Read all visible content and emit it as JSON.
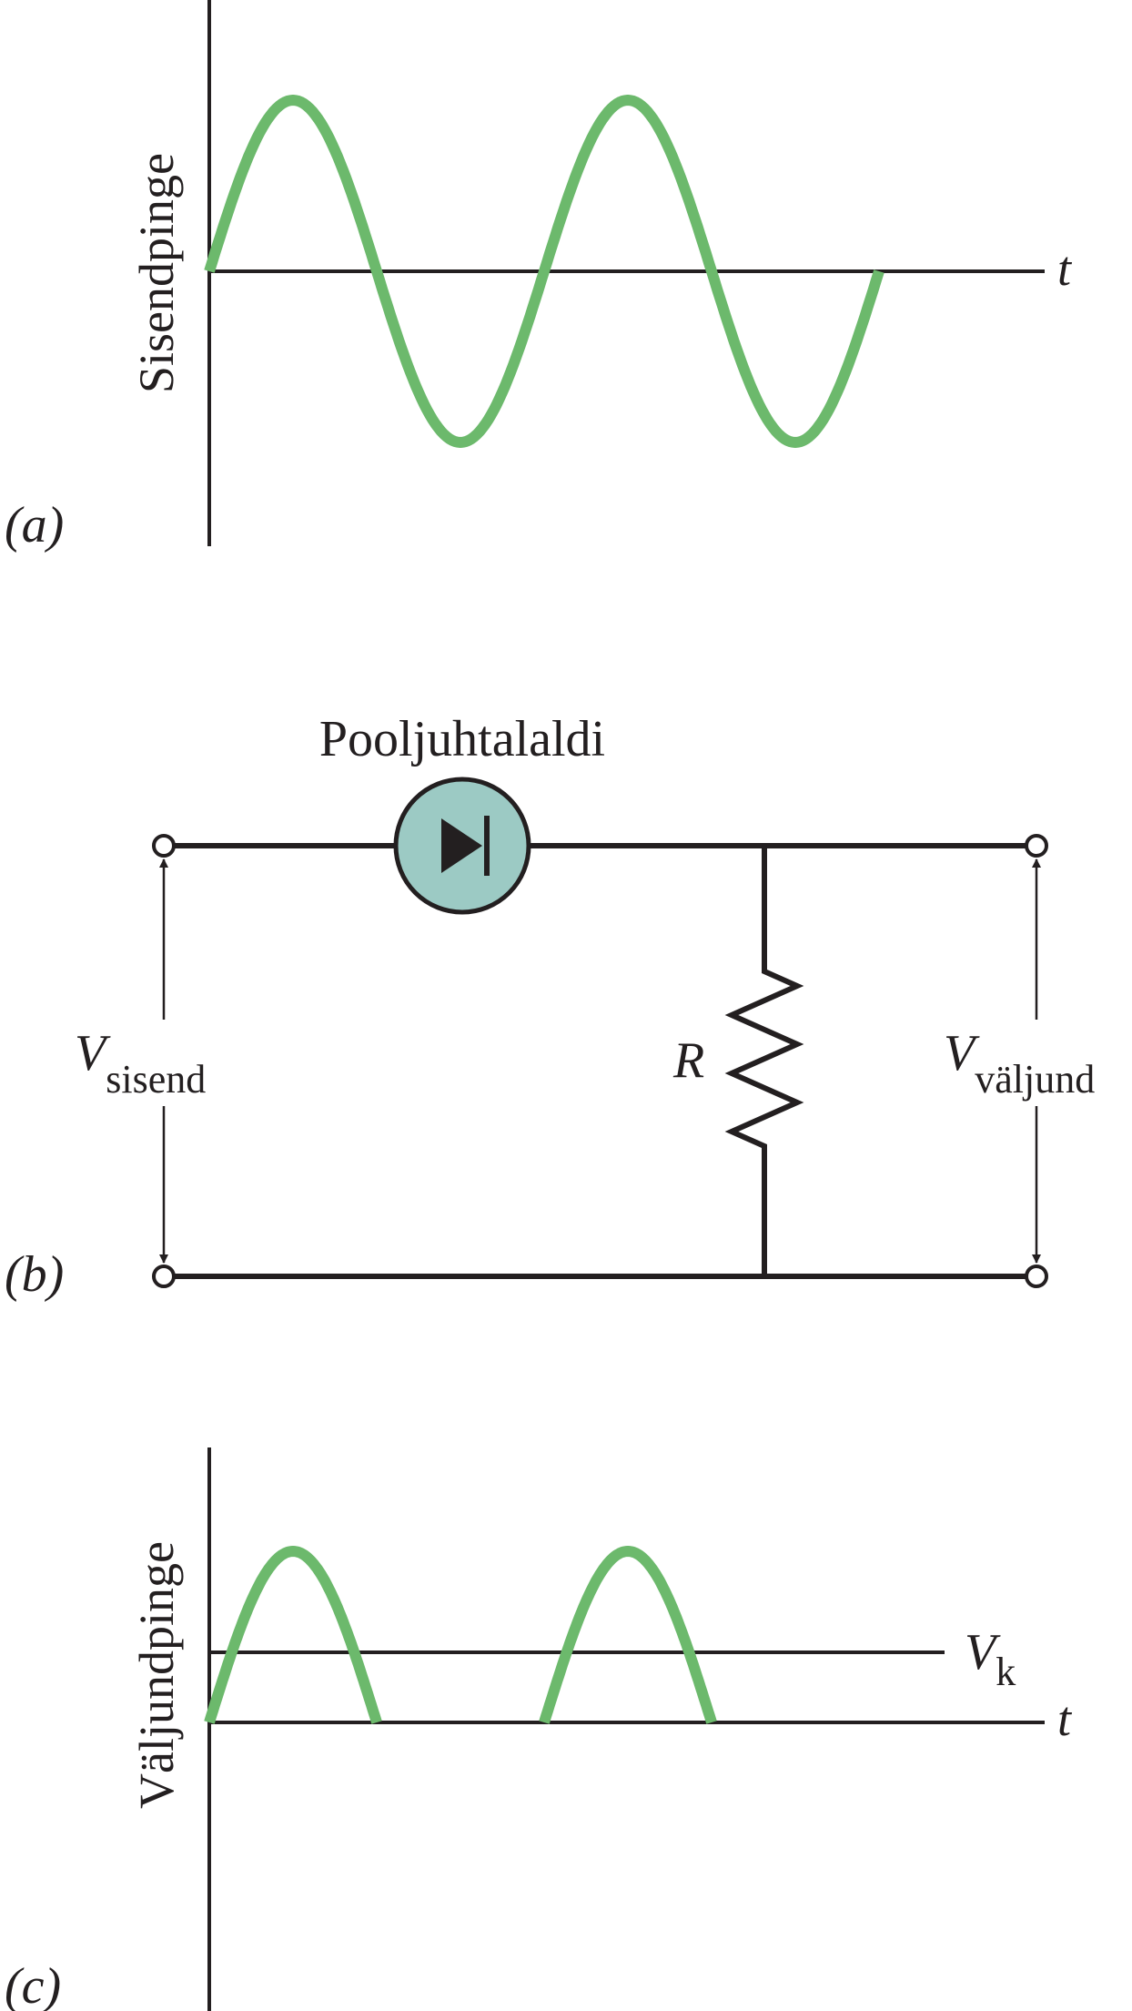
{
  "panel_a": {
    "label": "(a)",
    "y_axis_label": "Sisendpinge",
    "time_label": "t",
    "waveform": "sine",
    "cycles": 2,
    "wave_color": "#6cb96c"
  },
  "panel_b": {
    "label": "(b)",
    "diode_label": "Pooljuhtalaldi",
    "diode_fill": "#9ccac4",
    "resistor_label": "R",
    "input_label": {
      "main": "V",
      "sub": "sisend"
    },
    "output_label": {
      "main": "V",
      "sub": "väljund"
    }
  },
  "panel_c": {
    "label": "(c)",
    "y_axis_label": "Väljundpinge",
    "time_label": "t",
    "threshold_label": {
      "main": "V",
      "sub": "k"
    },
    "waveform": "half-wave rectified, clipped below threshold",
    "pulses": 2,
    "wave_color": "#6cb96c"
  }
}
